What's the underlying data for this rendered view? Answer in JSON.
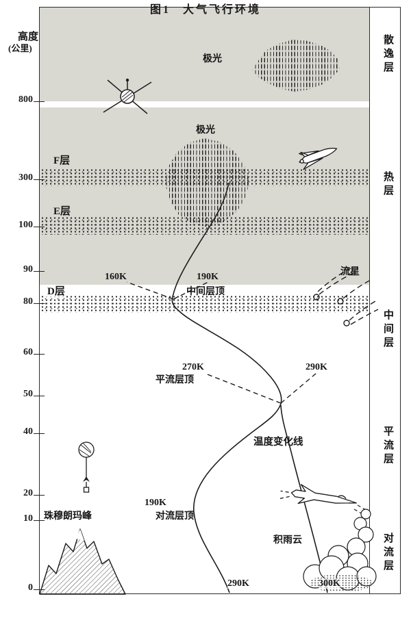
{
  "colors": {
    "paper": "#ffffff",
    "upper_shading": "#d9d8d1",
    "ink": "#1c1c1c"
  },
  "axis": {
    "title_line1": "高度",
    "title_line2": "(公里)",
    "ticks": [
      "800",
      "300",
      "100",
      "90",
      "80",
      "60",
      "50",
      "40",
      "20",
      "10",
      "0"
    ]
  },
  "right_layers": [
    "散逸层",
    "热层",
    "中间层",
    "平流层",
    "对流层"
  ],
  "annotations": {
    "aurora_top": "极光",
    "aurora_mid": "极光",
    "f_layer": "F层",
    "e_layer": "E层",
    "d_layer": "D层",
    "meteor": "流星",
    "mesopause": "中间层顶",
    "stratopause": "平流层顶",
    "temp_line": "温度变化线",
    "tropopause": "对流层顶",
    "everest": "珠穆朗玛峰",
    "cumulonimbus": "积雨云"
  },
  "temperatures": {
    "mesopause_left": "160K",
    "mesopause_right": "190K",
    "stratopause_left": "270K",
    "stratopause_right": "290K",
    "tropopause": "190K",
    "surface_left": "290K",
    "surface_right": "300K"
  },
  "icons": {
    "satellite": "satellite-icon",
    "space_shuttle": "space-shuttle-icon",
    "meteor_trails": "meteor-icon",
    "sounding_balloon": "balloon-icon",
    "fighter_jet": "fighter-jet-icon",
    "mount_everest": "mountain-icon",
    "cumulonimbus_cloud": "cumulonimbus-icon",
    "aurora_texture": "aurora-blob"
  },
  "caption": {
    "figure": "图1",
    "title": "大气飞行环境"
  },
  "chart_data": {
    "type": "line",
    "title": "大气飞行环境",
    "ylabel": "高度(公里)",
    "y_ticks_km": [
      0,
      10,
      20,
      40,
      50,
      60,
      80,
      90,
      100,
      300,
      800
    ],
    "series": [
      {
        "name": "温度变化线",
        "points": [
          {
            "altitude_km": 0,
            "temperature_K": 290
          },
          {
            "altitude_km": 0,
            "temperature_K": 300
          },
          {
            "altitude_km": 13,
            "temperature_K": 190,
            "level": "对流层顶"
          },
          {
            "altitude_km": 55,
            "temperature_K": 270,
            "level": "平流层顶"
          },
          {
            "altitude_km": 55,
            "temperature_K": 290,
            "level": "平流层顶"
          },
          {
            "altitude_km": 85,
            "temperature_K": 160,
            "level": "中间层顶"
          },
          {
            "altitude_km": 85,
            "temperature_K": 190,
            "level": "中间层顶"
          }
        ]
      }
    ],
    "layers": [
      {
        "name": "散逸层",
        "boundary_km": 800
      },
      {
        "name": "热层"
      },
      {
        "name": "中间层"
      },
      {
        "name": "平流层"
      },
      {
        "name": "对流层"
      }
    ],
    "ionospheric_layers": [
      {
        "name": "F层",
        "altitude_km": 300
      },
      {
        "name": "E层",
        "altitude_km": 100
      },
      {
        "name": "D层",
        "altitude_km": 80
      }
    ]
  }
}
